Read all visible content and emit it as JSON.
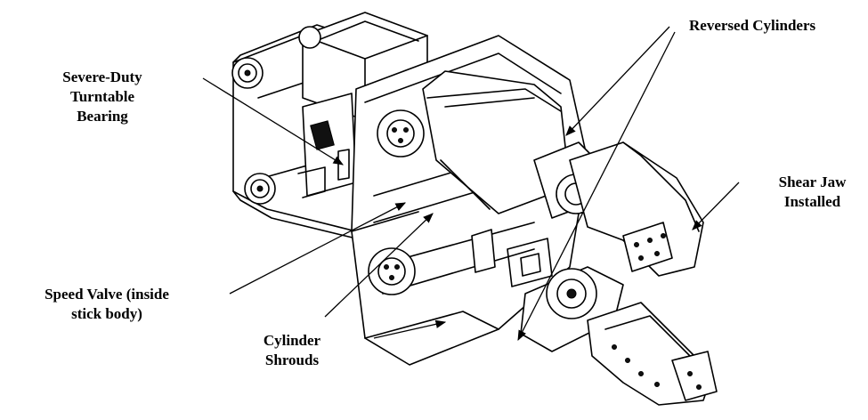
{
  "diagram": {
    "labels": {
      "turntable": "Severe-Duty\nTurntable\nBearing",
      "reversed": "Reversed Cylinders",
      "shear": "Shear Jaw\nInstalled",
      "speed": "Speed Valve (inside\nstick body)",
      "shroud": "Cylinder\nShrouds"
    },
    "colors": {
      "ink": "#000000",
      "background": "#ffffff"
    }
  }
}
